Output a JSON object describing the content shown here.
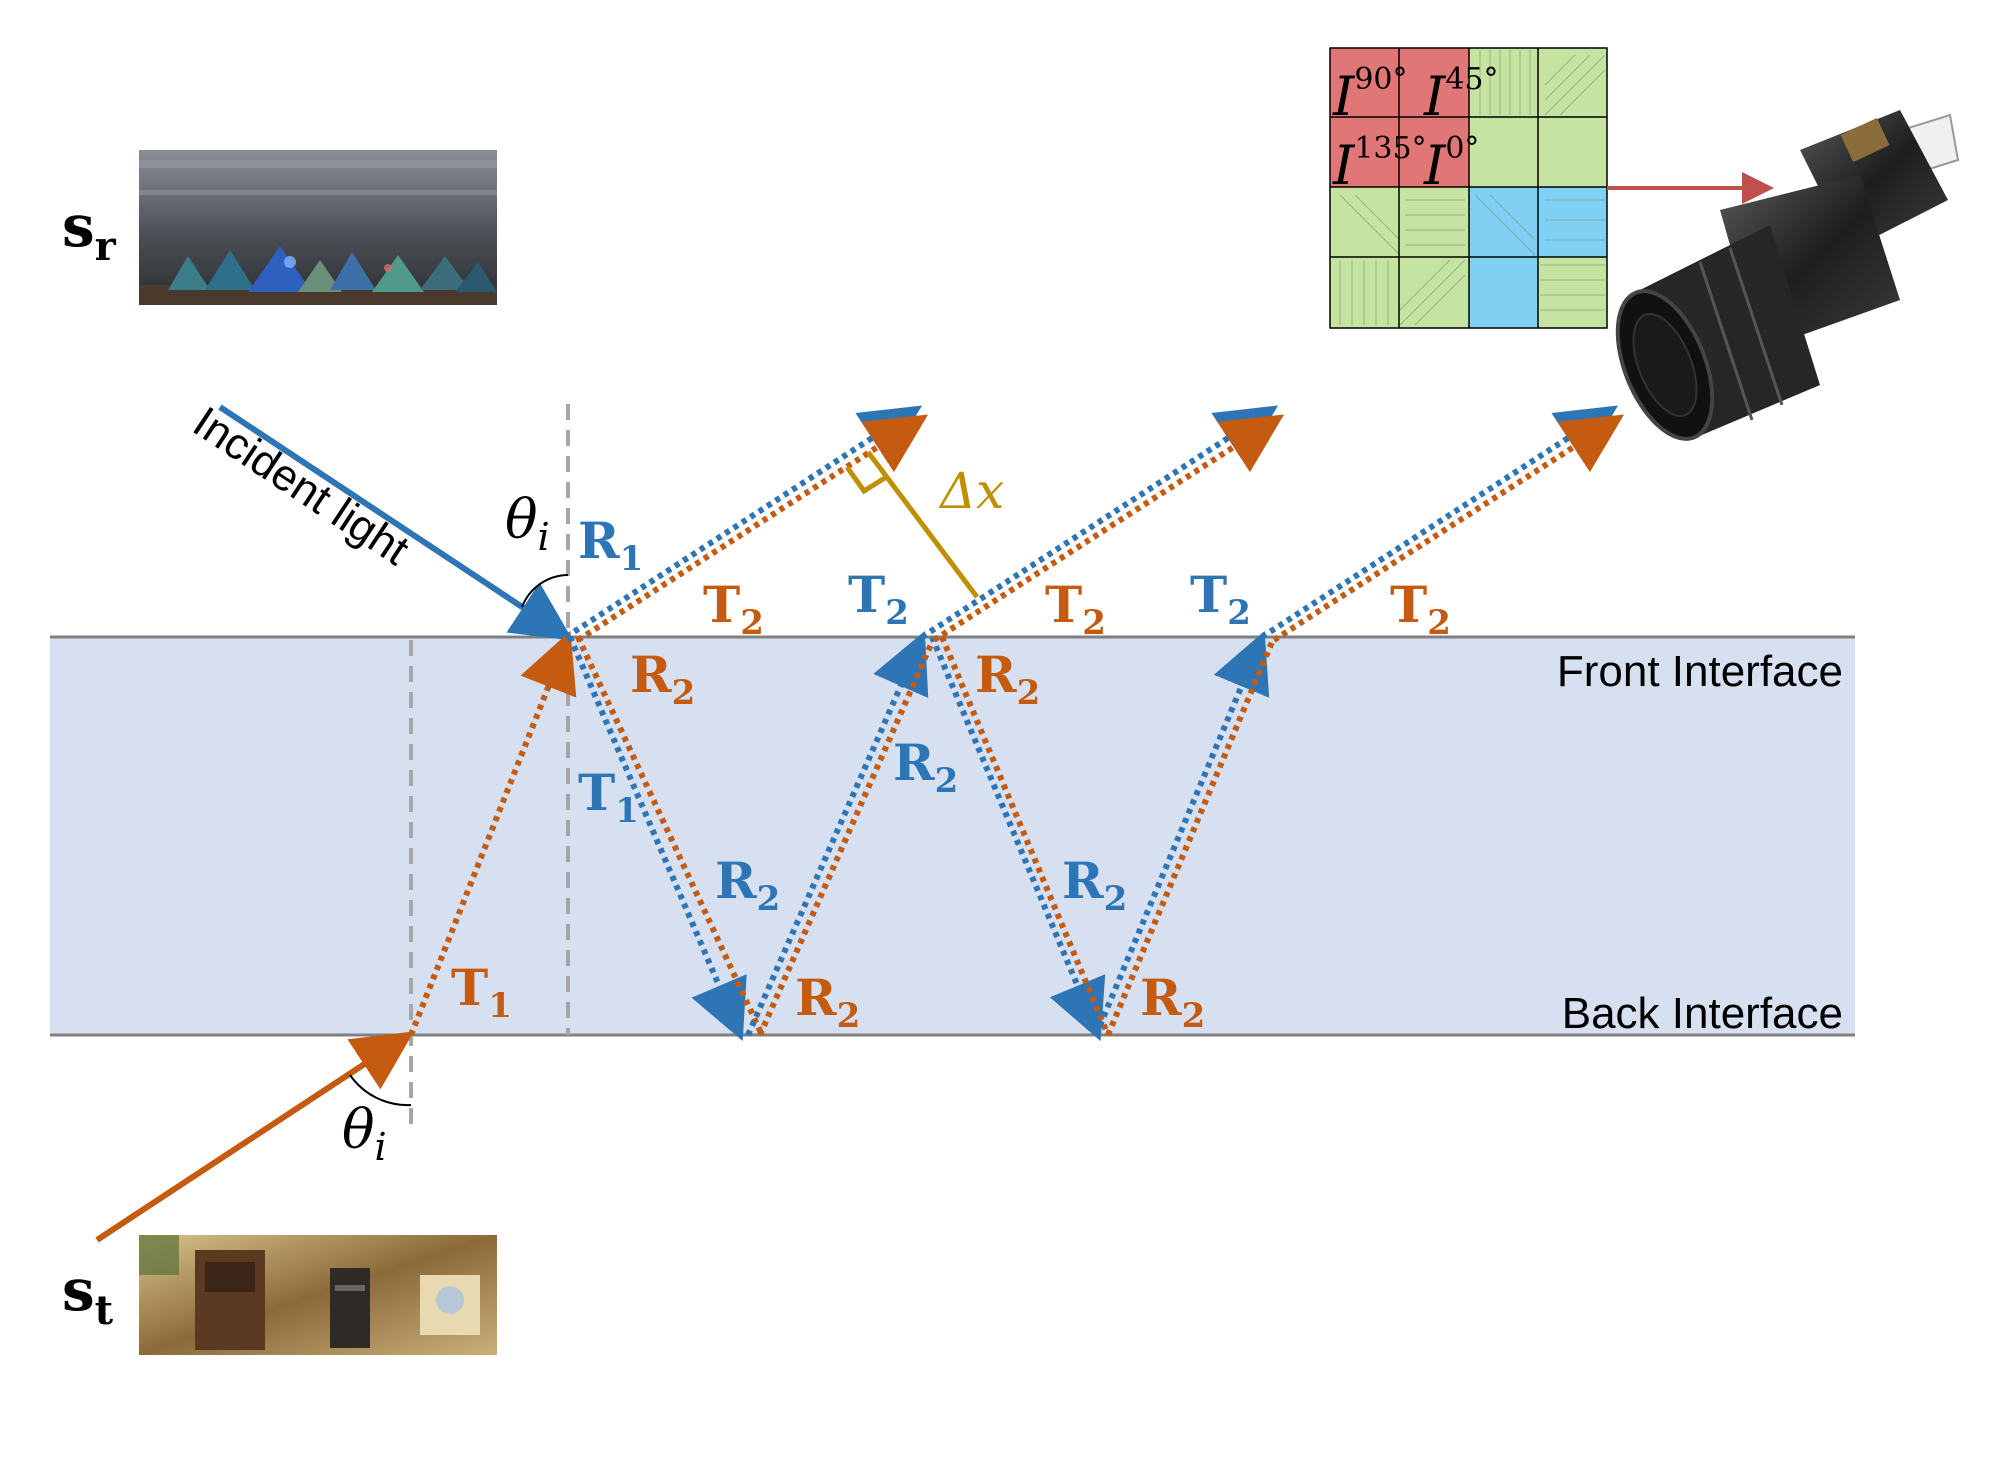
{
  "colors": {
    "blue": "#2e75b6",
    "orange": "#c55a11",
    "gold": "#bf9000",
    "glass": "#d6e0f0",
    "interface_line": "#808080",
    "normal_line": "#a6a6a6",
    "pixel_red": "#e07676",
    "pixel_green": "#c5e4a2",
    "pixel_blue": "#7fd0f3",
    "camera_arrow": "#c0504d"
  },
  "interfaces": {
    "front": "Front Interface",
    "back": "Back Interface"
  },
  "incident": {
    "label": "Incident light"
  },
  "angles": {
    "theta_symbol": "θ",
    "theta_sub": "i"
  },
  "sources": {
    "s": "s",
    "r_sub": "r",
    "t_sub": "t"
  },
  "shift": {
    "label": "Δx"
  },
  "ray_labels": {
    "R": "R",
    "T": "T",
    "one": "1",
    "two": "2"
  },
  "polarizer": {
    "i90": "90°",
    "i45": "45°",
    "i135": "135°",
    "i0": "0°",
    "I": "I"
  },
  "icons": {
    "camera": "polarization-camera-icon",
    "source_r": "reflection-scene-photo",
    "source_t": "transmission-scene-photo"
  }
}
